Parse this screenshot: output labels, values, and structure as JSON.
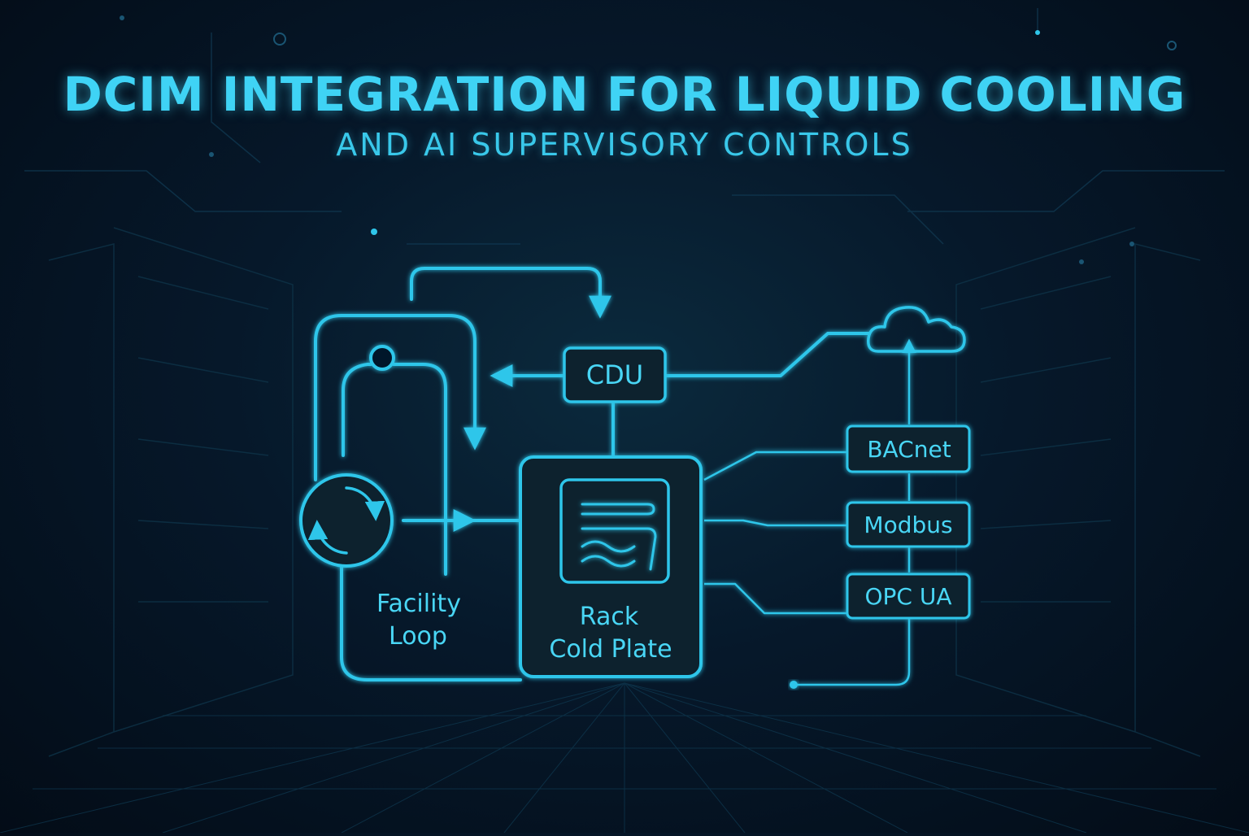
{
  "header": {
    "title": "DCIM INTEGRATION FOR LIQUID COOLING",
    "subtitle": "AND AI SUPERVISORY CONTROLS"
  },
  "diagram": {
    "cdu_label": "CDU",
    "facility_loop_line1": "Facility",
    "facility_loop_line2": "Loop",
    "rack_line1": "Rack",
    "rack_line2": "Cold Plate",
    "protocols": [
      "BACnet",
      "Modbus",
      "OPC UA"
    ],
    "icons": [
      "pump-icon",
      "cloud-upload-icon",
      "cold-plate-icon"
    ]
  },
  "colors": {
    "accent": "#3fd3f5",
    "line": "#2fc6ea",
    "background": "#06182a"
  }
}
